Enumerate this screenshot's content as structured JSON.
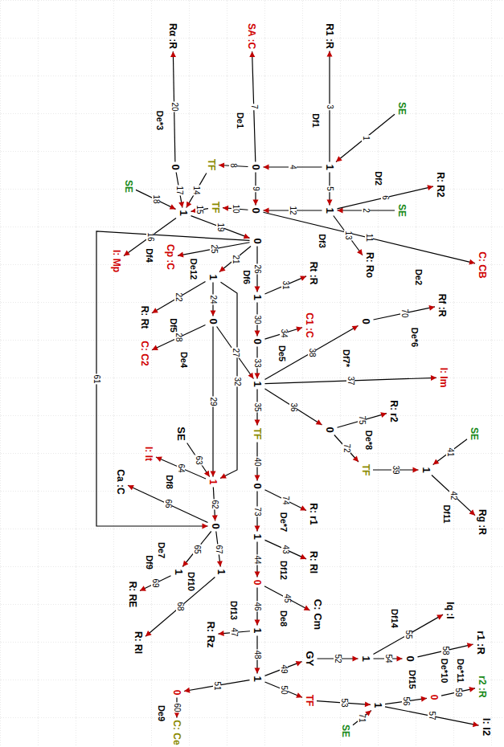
{
  "diagram": {
    "nodes": [
      {
        "text": [
          "Rα :R"
        ]
      },
      {
        "text": [
          "SA :C"
        ]
      },
      {
        "text": [
          "R1 :R"
        ]
      },
      {
        "text": [
          "SE"
        ]
      },
      {
        "text": [
          "0"
        ]
      },
      {
        "text": [
          "TF"
        ]
      },
      {
        "text": [
          "0"
        ]
      },
      {
        "text": [
          "1"
        ]
      },
      {
        "text": [
          "SE"
        ]
      },
      {
        "text": [
          "1"
        ]
      },
      {
        "text": [
          "TF"
        ]
      },
      {
        "text": [
          "0"
        ]
      },
      {
        "text": [
          "1"
        ]
      },
      {
        "text": [
          "R: Ro"
        ]
      },
      {
        "text": [
          "R: R2"
        ]
      },
      {
        "text": [
          "C: CB"
        ]
      },
      {
        "text": [
          "SE"
        ]
      },
      {
        "text": [
          "I: Mp"
        ]
      },
      {
        "text": [
          "Cp :C"
        ]
      },
      {
        "text": [
          "0"
        ]
      },
      {
        "text": [
          "1"
        ]
      },
      {
        "text": [
          "R: Rt"
        ]
      },
      {
        "text": [
          "C: C2"
        ]
      },
      {
        "text": [
          "0"
        ]
      },
      {
        "text": [
          "1"
        ]
      },
      {
        "text": [
          "Rt :R"
        ]
      },
      {
        "text": [
          "0"
        ]
      },
      {
        "text": [
          "C1 :C"
        ]
      },
      {
        "text": [
          "1"
        ]
      },
      {
        "text": [
          "0"
        ]
      },
      {
        "text": [
          "Rf :R"
        ]
      },
      {
        "text": [
          "I: Im"
        ]
      },
      {
        "text": [
          "0"
        ]
      },
      {
        "text": [
          "TF"
        ]
      },
      {
        "text": [
          "1"
        ]
      },
      {
        "text": [
          "R: r2"
        ]
      },
      {
        "text": [
          "SE"
        ]
      },
      {
        "text": [
          "Rg :R"
        ]
      },
      {
        "text": [
          "TF"
        ]
      },
      {
        "text": [
          "0"
        ]
      },
      {
        "text": [
          "R: r1"
        ]
      },
      {
        "text": [
          "1"
        ]
      },
      {
        "text": [
          "R: Rl"
        ]
      },
      {
        "text": [
          "0"
        ]
      },
      {
        "text": [
          "C: Cm"
        ]
      },
      {
        "text": [
          "1"
        ]
      },
      {
        "text": [
          "R: Rz"
        ]
      },
      {
        "text": [
          "1"
        ]
      },
      {
        "text": [
          "0"
        ]
      },
      {
        "text": [
          "C: Ce"
        ]
      },
      {
        "text": [
          "GY"
        ]
      },
      {
        "text": [
          "TF"
        ]
      },
      {
        "text": [
          "1"
        ]
      },
      {
        "text": [
          "Iq :I"
        ]
      },
      {
        "text": [
          "0"
        ]
      },
      {
        "text": [
          "r1 :R"
        ]
      },
      {
        "text": [
          "1"
        ]
      },
      {
        "text": [
          "0"
        ]
      },
      {
        "text": [
          "r2 :R"
        ]
      },
      {
        "text": [
          "I: I2"
        ]
      },
      {
        "text": [
          "SE"
        ]
      },
      {
        "text": [
          "1"
        ]
      },
      {
        "text": [
          "SE"
        ]
      },
      {
        "text": [
          "I: It"
        ]
      },
      {
        "text": [
          "0"
        ]
      },
      {
        "text": [
          "Ca :C"
        ]
      },
      {
        "text": [
          "1"
        ]
      },
      {
        "text": [
          "R: RE"
        ]
      },
      {
        "text": [
          "1"
        ]
      },
      {
        "text": [
          "R: Rl"
        ]
      }
    ],
    "edges": [
      {
        "from": 3,
        "to": 7,
        "label": "1",
        "arrow": "to"
      },
      {
        "from": 7,
        "to": 2,
        "label": "3",
        "arrow": "to"
      },
      {
        "from": 7,
        "to": 6,
        "label": "4",
        "arrow": "to"
      },
      {
        "from": 6,
        "to": 1,
        "label": "7",
        "arrow": "to"
      },
      {
        "from": 4,
        "to": 0,
        "label": "20",
        "arrow": "to"
      },
      {
        "from": 6,
        "to": 5,
        "label": "8",
        "arrow": "to"
      },
      {
        "from": 5,
        "to": 9,
        "label": "14",
        "arrow": "to"
      },
      {
        "from": 4,
        "to": 9,
        "label": "17",
        "arrow": "to"
      },
      {
        "from": 7,
        "to": 12,
        "label": "5",
        "arrow": "to"
      },
      {
        "from": 6,
        "to": 11,
        "label": "9",
        "arrow": "to"
      },
      {
        "from": 8,
        "to": 12,
        "label": "2",
        "arrow": "to"
      },
      {
        "from": 12,
        "to": 11,
        "label": "12",
        "arrow": "to"
      },
      {
        "from": 12,
        "to": 13,
        "label": "13",
        "arrow": "to"
      },
      {
        "from": 12,
        "to": 14,
        "label": "6",
        "arrow": "to"
      },
      {
        "from": 11,
        "to": 10,
        "label": "10",
        "arrow": "to"
      },
      {
        "from": 10,
        "to": 9,
        "label": "15",
        "arrow": "to"
      },
      {
        "from": 11,
        "to": 15,
        "label": "11",
        "arrow": "to"
      },
      {
        "from": 16,
        "to": 9,
        "label": "18",
        "arrow": "to"
      },
      {
        "from": 9,
        "to": 17,
        "label": "16",
        "arrow": "to"
      },
      {
        "from": 9,
        "to": 19,
        "label": "19",
        "arrow": "to"
      },
      {
        "from": 19,
        "to": 18,
        "label": "25",
        "arrow": "to"
      },
      {
        "from": 19,
        "to": 20,
        "label": "21",
        "arrow": "to"
      },
      {
        "from": 19,
        "to": 24,
        "label": "26",
        "arrow": "to"
      },
      {
        "from": 20,
        "to": 21,
        "label": "22",
        "arrow": "to"
      },
      {
        "from": 20,
        "to": 23,
        "label": "24",
        "arrow": "to"
      },
      {
        "from": 23,
        "to": 22,
        "label": "28",
        "arrow": "to"
      },
      {
        "from": 23,
        "to": 28,
        "label": "27",
        "arrow": "to"
      },
      {
        "from": 23,
        "to": 61,
        "label": "29",
        "arrow": "to"
      },
      {
        "from": 20,
        "to": 61,
        "label": "32",
        "arrow": "to"
      },
      {
        "from": 24,
        "to": 25,
        "label": "31",
        "arrow": "to"
      },
      {
        "from": 24,
        "to": 26,
        "label": "30",
        "arrow": "to"
      },
      {
        "from": 26,
        "to": 27,
        "label": "34",
        "arrow": "to"
      },
      {
        "from": 26,
        "to": 28,
        "label": "33",
        "arrow": "to"
      },
      {
        "from": 28,
        "to": 29,
        "label": "38",
        "arrow": "to"
      },
      {
        "from": 29,
        "to": 30,
        "label": "70",
        "arrow": "to"
      },
      {
        "from": 28,
        "to": 31,
        "label": "37",
        "arrow": "to"
      },
      {
        "from": 28,
        "to": 32,
        "label": "36",
        "arrow": "to"
      },
      {
        "from": 32,
        "to": 35,
        "label": "75",
        "arrow": "to"
      },
      {
        "from": 32,
        "to": 33,
        "label": "72",
        "arrow": "to"
      },
      {
        "from": 33,
        "to": 34,
        "label": "39",
        "arrow": "to"
      },
      {
        "from": 36,
        "to": 34,
        "label": "41",
        "arrow": "to"
      },
      {
        "from": 34,
        "to": 37,
        "label": "42",
        "arrow": "to"
      },
      {
        "from": 28,
        "to": 38,
        "label": "35",
        "arrow": "to"
      },
      {
        "from": 38,
        "to": 39,
        "label": "40",
        "arrow": "to"
      },
      {
        "from": 39,
        "to": 40,
        "label": "74",
        "arrow": "to"
      },
      {
        "from": 39,
        "to": 41,
        "label": "73",
        "arrow": "to"
      },
      {
        "from": 41,
        "to": 42,
        "label": "43",
        "arrow": "to"
      },
      {
        "from": 41,
        "to": 43,
        "label": "44",
        "arrow": "to"
      },
      {
        "from": 43,
        "to": 44,
        "label": "45",
        "arrow": "to"
      },
      {
        "from": 43,
        "to": 45,
        "label": "46",
        "arrow": "to"
      },
      {
        "from": 45,
        "to": 46,
        "label": "47",
        "arrow": "to"
      },
      {
        "from": 45,
        "to": 47,
        "label": "48",
        "arrow": "to"
      },
      {
        "from": 47,
        "to": 48,
        "label": "51",
        "arrow": "to"
      },
      {
        "from": 48,
        "to": 49,
        "label": "60",
        "arrow": "to"
      },
      {
        "from": 47,
        "to": 50,
        "label": "49",
        "arrow": "to"
      },
      {
        "from": 47,
        "to": 51,
        "label": "50",
        "arrow": "to"
      },
      {
        "from": 50,
        "to": 52,
        "label": "52",
        "arrow": "to"
      },
      {
        "from": 52,
        "to": 53,
        "label": "55",
        "arrow": "to"
      },
      {
        "from": 52,
        "to": 54,
        "label": "54",
        "arrow": "to"
      },
      {
        "from": 54,
        "to": 55,
        "label": "58",
        "arrow": "to"
      },
      {
        "from": 51,
        "to": 56,
        "label": "53",
        "arrow": "to"
      },
      {
        "from": 56,
        "to": 57,
        "label": "56",
        "arrow": "to"
      },
      {
        "from": 57,
        "to": 58,
        "label": "59",
        "arrow": "to"
      },
      {
        "from": 56,
        "to": 59,
        "label": "57",
        "arrow": "to"
      },
      {
        "from": 60,
        "to": 56,
        "label": "71",
        "arrow": "to"
      },
      {
        "from": 62,
        "to": 61,
        "label": "63",
        "arrow": "to"
      },
      {
        "from": 61,
        "to": 63,
        "label": "64",
        "arrow": "to"
      },
      {
        "from": 61,
        "to": 64,
        "label": "62",
        "arrow": "to"
      },
      {
        "from": 64,
        "to": 65,
        "label": "66",
        "arrow": "to"
      },
      {
        "from": 64,
        "to": 66,
        "label": "65",
        "arrow": "to"
      },
      {
        "from": 64,
        "to": 68,
        "label": "67",
        "arrow": "to"
      },
      {
        "from": 66,
        "to": 67,
        "label": "69",
        "arrow": "to"
      },
      {
        "from": 68,
        "to": 69,
        "label": "68",
        "arrow": "to"
      },
      {
        "from": 19,
        "to": 64,
        "label": "61",
        "arrow": "to"
      }
    ],
    "labels": [
      "De*3",
      "De1",
      "Df1",
      "Df3",
      "Df2",
      "De2",
      "Df4",
      "De12",
      "Df5",
      "De4",
      "Df6",
      "De5",
      "De*6",
      "Df7*",
      "De*8",
      "Df11",
      "De*7",
      "Df12",
      "De8",
      "Df13",
      "De9",
      "Df14",
      "De*10",
      "De*11",
      "Df15",
      "De7",
      "Df8",
      "Df9",
      "Df10"
    ]
  }
}
